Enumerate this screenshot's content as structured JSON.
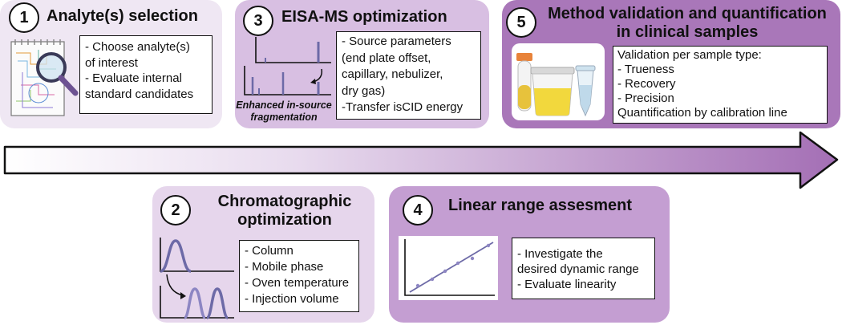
{
  "steps": {
    "s1": {
      "number": "1",
      "title": "Analyte(s) selection",
      "items": [
        "- Choose analyte(s)",
        "of interest",
        "- Evaluate internal",
        "standard candidates"
      ]
    },
    "s2": {
      "number": "2",
      "title_line1": "Chromatographic",
      "title_line2": "optimization",
      "items": [
        "- Column",
        "- Mobile phase",
        "- Oven temperature",
        "- Injection volume"
      ]
    },
    "s3": {
      "number": "3",
      "title": "EISA-MS optimization",
      "items": [
        "- Source parameters",
        "(end plate offset,",
        "capillary, nebulizer,",
        "dry gas)",
        "-Transfer isCID energy"
      ],
      "caption_line1": "Enhanced in-source",
      "caption_line2": "fragmentation"
    },
    "s4": {
      "number": "4",
      "title": "Linear range assesment",
      "items": [
        "- Investigate the",
        "desired dynamic range",
        "- Evaluate linearity"
      ]
    },
    "s5": {
      "number": "5",
      "title_line1": "Method validation and quantification",
      "title_line2": "in clinical samples",
      "items": [
        "Validation per sample type:",
        "- Trueness",
        "- Recovery",
        "- Precision",
        "Quantification by calibration line"
      ]
    }
  },
  "colors": {
    "step1_bg": "#efe7f3",
    "step2_bg": "#e6d6ec",
    "step3_bg": "#d8bfe2",
    "step4_bg": "#c49ed2",
    "step5_bg": "#a977b9",
    "arrow_start": "#ffffff",
    "arrow_end": "#a46fb5",
    "peak": "#6d6aa7"
  },
  "icons": {
    "step1": "magnifier-notebook-icon",
    "step2": "chromatogram-peaks-icon",
    "step3": "mass-spectrum-icon",
    "step4": "calibration-line-icon",
    "step5": "sample-tubes-icon"
  }
}
